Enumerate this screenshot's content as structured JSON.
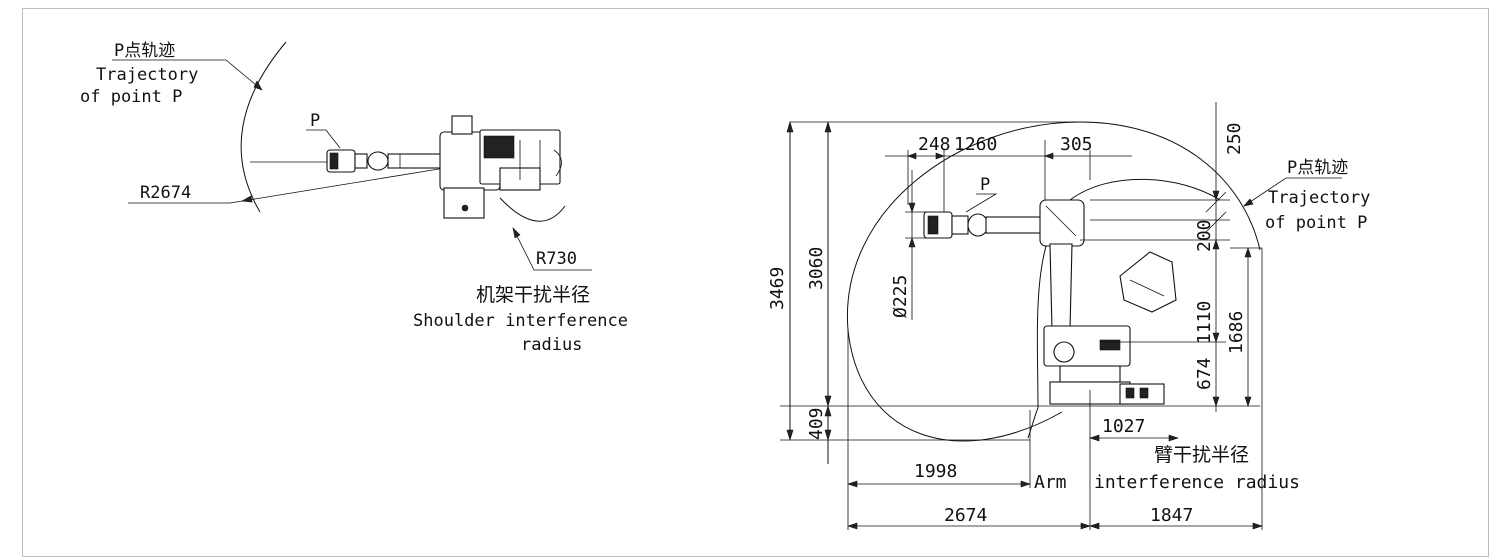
{
  "top_view": {
    "trajectory_cn": "P点轨迹",
    "trajectory_en_1": "Trajectory",
    "trajectory_en_2": "of point P",
    "point_label": "P",
    "reach_radius": "R2674",
    "shoulder_radius": "R730",
    "shoulder_cn": "机架干扰半径",
    "shoulder_en_1": "Shoulder interference",
    "shoulder_en_2": "radius"
  },
  "side_view": {
    "trajectory_cn": "P点轨迹",
    "trajectory_en_1": "Trajectory",
    "trajectory_en_2": "of point P",
    "point_label": "P",
    "dim_248": "248",
    "dim_1260": "1260",
    "dim_305": "305",
    "dim_250": "250",
    "dim_200": "200",
    "dim_1110": "1110",
    "dim_674": "674",
    "dim_1686": "1686",
    "dim_3469": "3469",
    "dim_3060": "3060",
    "dim_409": "409",
    "dim_225": "Ø225",
    "dim_1027": "1027",
    "dim_1998": "1998",
    "dim_2674": "2674",
    "dim_1847": "1847",
    "arm_cn": "臂干扰半径",
    "arm_en_1": "Arm",
    "arm_en_2": "interference radius"
  }
}
